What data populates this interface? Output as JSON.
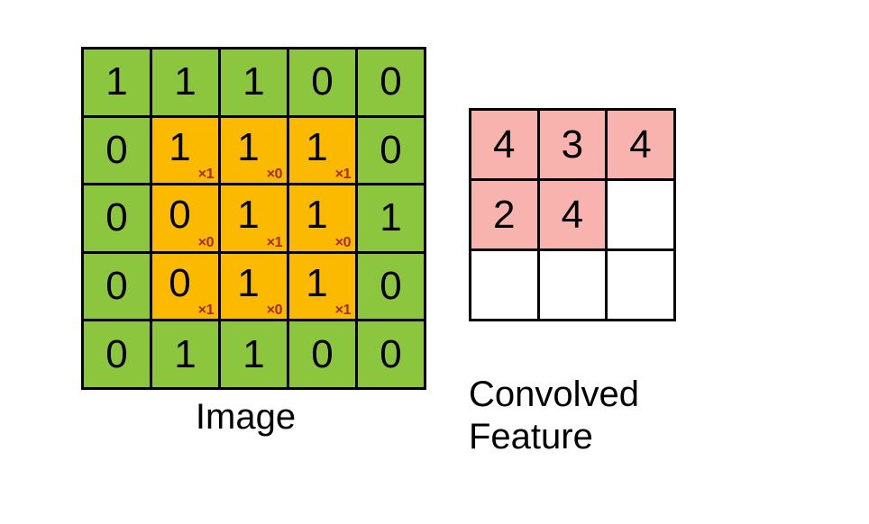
{
  "diagram": {
    "title": "Convolution operation illustration",
    "background_color": "#ffffff"
  },
  "colors": {
    "image_cell": "#8CC63F",
    "kernel_cell": "#FBB900",
    "feature_cell": "#F9B3AE",
    "empty_cell": "#ffffff",
    "border": "#000000",
    "digit": "#000000",
    "subscript": "#A52A2A"
  },
  "image_panel": {
    "caption": "Image",
    "rows": 5,
    "cols": 5,
    "matrix": [
      [
        {
          "value": "1",
          "kernel": false,
          "multiplier": ""
        },
        {
          "value": "1",
          "kernel": false,
          "multiplier": ""
        },
        {
          "value": "1",
          "kernel": false,
          "multiplier": ""
        },
        {
          "value": "0",
          "kernel": false,
          "multiplier": ""
        },
        {
          "value": "0",
          "kernel": false,
          "multiplier": ""
        }
      ],
      [
        {
          "value": "0",
          "kernel": false,
          "multiplier": ""
        },
        {
          "value": "1",
          "kernel": true,
          "multiplier": "×1"
        },
        {
          "value": "1",
          "kernel": true,
          "multiplier": "×0"
        },
        {
          "value": "1",
          "kernel": true,
          "multiplier": "×1"
        },
        {
          "value": "0",
          "kernel": false,
          "multiplier": ""
        }
      ],
      [
        {
          "value": "0",
          "kernel": false,
          "multiplier": ""
        },
        {
          "value": "0",
          "kernel": true,
          "multiplier": "×0"
        },
        {
          "value": "1",
          "kernel": true,
          "multiplier": "×1"
        },
        {
          "value": "1",
          "kernel": true,
          "multiplier": "×0"
        },
        {
          "value": "1",
          "kernel": false,
          "multiplier": ""
        }
      ],
      [
        {
          "value": "0",
          "kernel": false,
          "multiplier": ""
        },
        {
          "value": "0",
          "kernel": true,
          "multiplier": "×1"
        },
        {
          "value": "1",
          "kernel": true,
          "multiplier": "×0"
        },
        {
          "value": "1",
          "kernel": true,
          "multiplier": "×1"
        },
        {
          "value": "0",
          "kernel": false,
          "multiplier": ""
        }
      ],
      [
        {
          "value": "0",
          "kernel": false,
          "multiplier": ""
        },
        {
          "value": "1",
          "kernel": false,
          "multiplier": ""
        },
        {
          "value": "1",
          "kernel": false,
          "multiplier": ""
        },
        {
          "value": "0",
          "kernel": false,
          "multiplier": ""
        },
        {
          "value": "0",
          "kernel": false,
          "multiplier": ""
        }
      ]
    ],
    "kernel": {
      "rows": 3,
      "cols": 3,
      "weights": [
        [
          "1",
          "0",
          "1"
        ],
        [
          "0",
          "1",
          "0"
        ],
        [
          "1",
          "0",
          "1"
        ]
      ],
      "top_left_row": 1,
      "top_left_col": 1
    }
  },
  "feature_panel": {
    "caption": "Convolved\nFeature",
    "caption_line1": "Convolved",
    "caption_line2": "Feature",
    "rows": 3,
    "cols": 3,
    "matrix": [
      [
        {
          "value": "4",
          "filled": true
        },
        {
          "value": "3",
          "filled": true
        },
        {
          "value": "4",
          "filled": true
        }
      ],
      [
        {
          "value": "2",
          "filled": true
        },
        {
          "value": "4",
          "filled": true
        },
        {
          "value": "",
          "filled": false
        }
      ],
      [
        {
          "value": "",
          "filled": false
        },
        {
          "value": "",
          "filled": false
        },
        {
          "value": "",
          "filled": false
        }
      ]
    ]
  }
}
